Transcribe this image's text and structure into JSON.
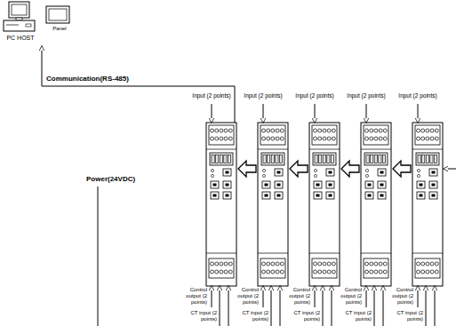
{
  "diagram": {
    "nodes": [
      {
        "text": [
          "PC HOST"
        ]
      },
      {
        "text": [
          "Panel"
        ]
      }
    ],
    "labels": [
      "Communication(RS-485)",
      "Input (2 points)",
      "Input (2 points)",
      "Input (2 points)",
      "Input (2 points)",
      "Input (2 points)",
      "Power(24VDC)",
      "Control output (2 points)",
      "Control output (2 points)",
      "Control output (2 points)",
      "Control output (2 points)",
      "Control output (2 points)",
      "CT input (2 points)",
      "CT input (2 points)",
      "CT input (2 points)",
      "CT input (2 points)",
      "CT input (2 points)"
    ]
  }
}
